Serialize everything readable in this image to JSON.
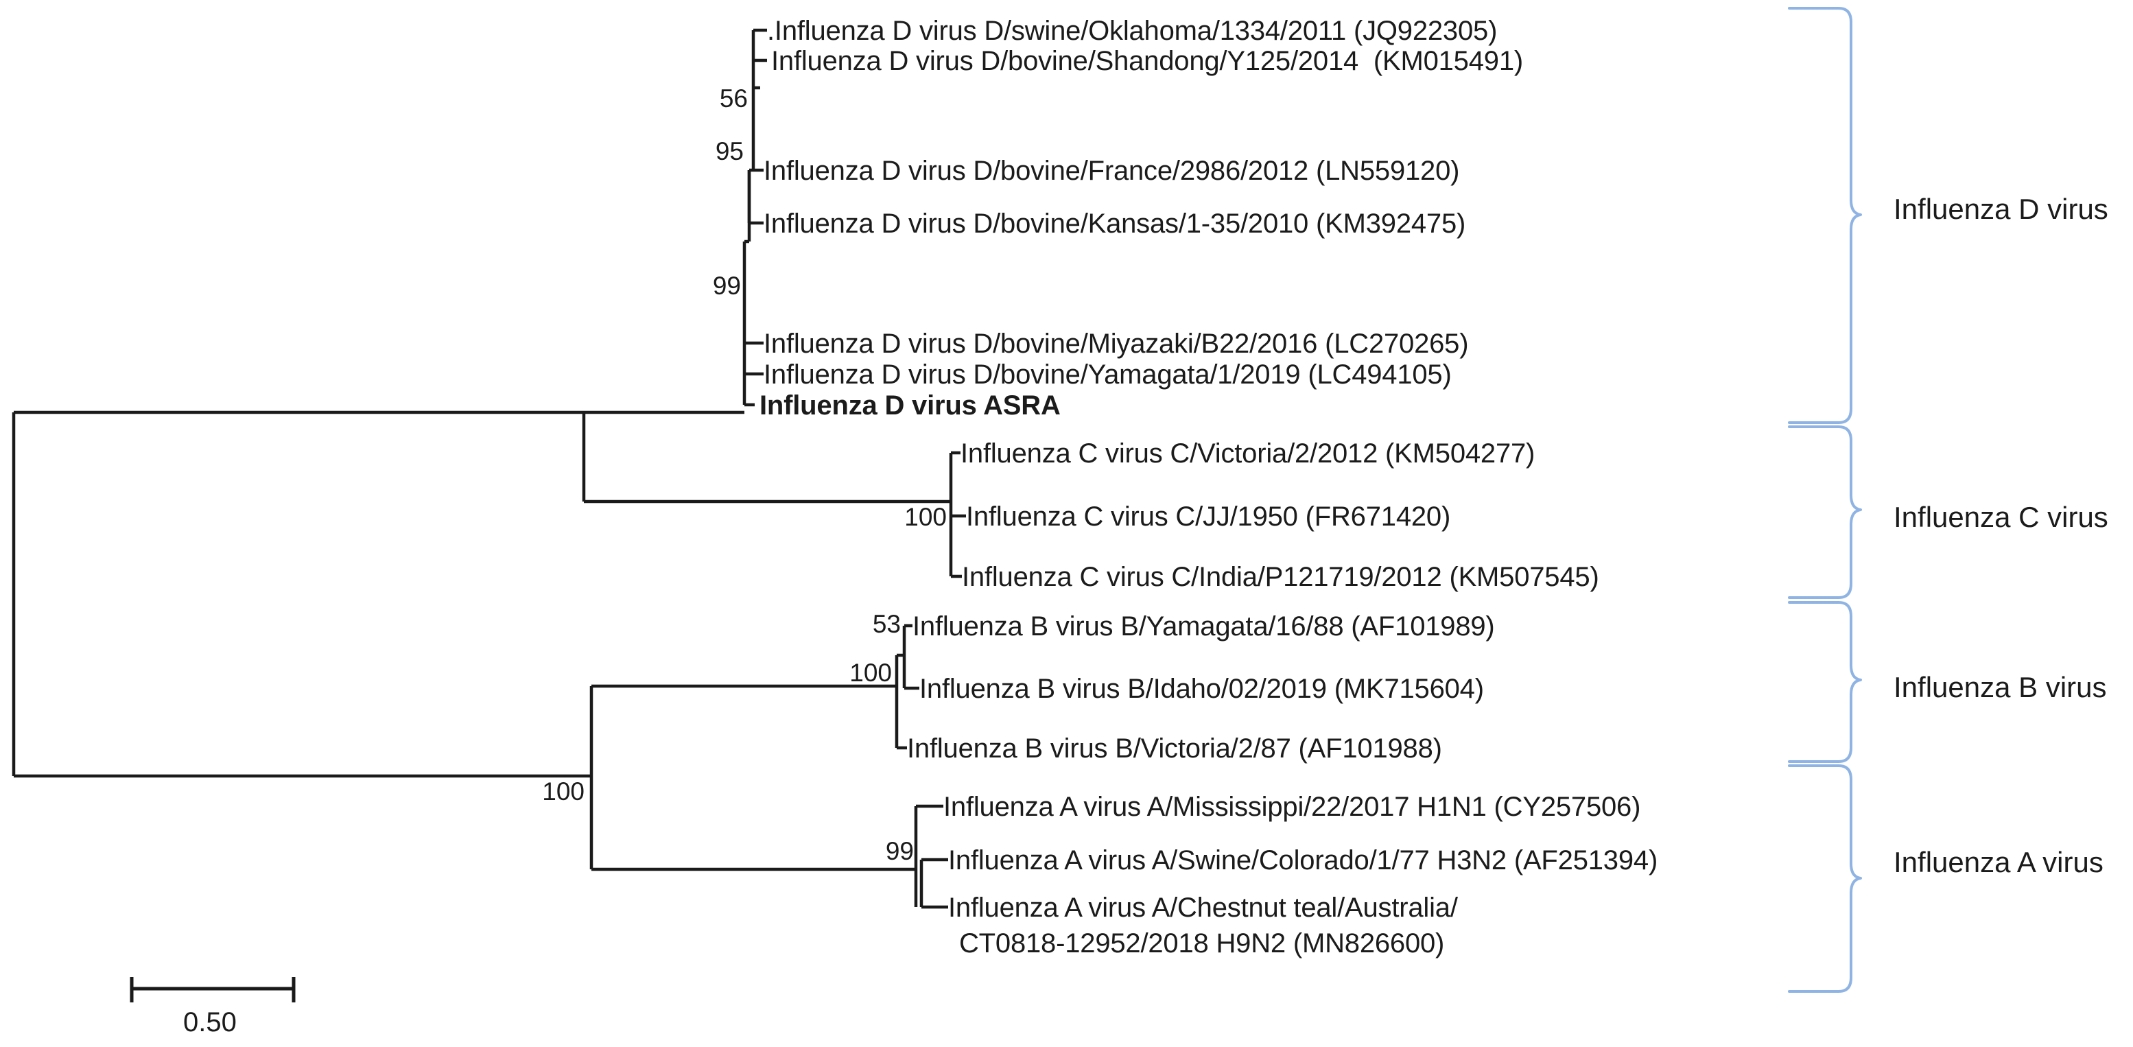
{
  "figure": {
    "type": "phylogenetic-tree",
    "layout": "rectangular-cladogram",
    "background_color": "#ffffff",
    "branch_color": "#1a1a1a",
    "brace_color": "#8fb4e3"
  },
  "scale": {
    "value": "0.50",
    "units": "substitutions per site"
  },
  "tips": [
    {
      "id": "tip-d-swine-oklahoma",
      "label": ".Influenza D virus D/swine/Oklahoma/1334/2011 (JQ922305)",
      "bold": false,
      "group": "D"
    },
    {
      "id": "tip-d-bovine-shandong",
      "label": "Influenza D virus D/bovine/Shandong/Y125/2014  (KM015491)",
      "bold": false,
      "group": "D"
    },
    {
      "id": "tip-d-bovine-france",
      "label": "Influenza D virus D/bovine/France/2986/2012 (LN559120)",
      "bold": false,
      "group": "D"
    },
    {
      "id": "tip-d-bovine-kansas",
      "label": "Influenza D virus D/bovine/Kansas/1-35/2010 (KM392475)",
      "bold": false,
      "group": "D"
    },
    {
      "id": "tip-d-bovine-miyazaki",
      "label": "Influenza D virus D/bovine/Miyazaki/B22/2016 (LC270265)",
      "bold": false,
      "group": "D"
    },
    {
      "id": "tip-d-bovine-yamagata",
      "label": "Influenza D virus D/bovine/Yamagata/1/2019 (LC494105)",
      "bold": false,
      "group": "D"
    },
    {
      "id": "tip-d-asra",
      "label": "Influenza D virus ASRA",
      "bold": true,
      "group": "D"
    },
    {
      "id": "tip-c-victoria",
      "label": "Influenza C virus C/Victoria/2/2012 (KM504277)",
      "bold": false,
      "group": "C"
    },
    {
      "id": "tip-c-jj",
      "label": "Influenza C virus C/JJ/1950 (FR671420)",
      "bold": false,
      "group": "C"
    },
    {
      "id": "tip-c-india",
      "label": "Influenza C virus C/India/P121719/2012 (KM507545)",
      "bold": false,
      "group": "C"
    },
    {
      "id": "tip-b-yamagata",
      "label": "Influenza B virus B/Yamagata/16/88 (AF101989)",
      "bold": false,
      "group": "B"
    },
    {
      "id": "tip-b-idaho",
      "label": "Influenza B virus B/Idaho/02/2019 (MK715604)",
      "bold": false,
      "group": "B"
    },
    {
      "id": "tip-b-victoria",
      "label": "Influenza B virus B/Victoria/2/87 (AF101988)",
      "bold": false,
      "group": "B"
    },
    {
      "id": "tip-a-mississippi",
      "label": "Influenza A virus A/Mississippi/22/2017 H1N1 (CY257506)",
      "bold": false,
      "group": "A"
    },
    {
      "id": "tip-a-swine-colorado",
      "label": "Influenza A virus A/Swine/Colorado/1/77 H3N2 (AF251394)",
      "bold": false,
      "group": "A"
    },
    {
      "id": "tip-a-chestnut-teal-1",
      "label": "Influenza A virus A/Chestnut teal/Australia/",
      "bold": false,
      "group": "A"
    },
    {
      "id": "tip-a-chestnut-teal-2",
      "label": "CT0818-12952/2018 H9N2 (MN826600)",
      "bold": false,
      "group": "A"
    }
  ],
  "bootstrap_values": [
    {
      "id": "boot-d-56",
      "value": "56"
    },
    {
      "id": "boot-d-95",
      "value": "95"
    },
    {
      "id": "boot-d-99",
      "value": "99"
    },
    {
      "id": "boot-c-100",
      "value": "100"
    },
    {
      "id": "boot-b-53",
      "value": "53"
    },
    {
      "id": "boot-b-100",
      "value": "100"
    },
    {
      "id": "boot-root-100",
      "value": "100"
    },
    {
      "id": "boot-a-99",
      "value": "99"
    }
  ],
  "group_labels": [
    {
      "id": "group-d",
      "label": "Influenza D virus"
    },
    {
      "id": "group-c",
      "label": "Influenza C virus"
    },
    {
      "id": "group-b",
      "label": "Influenza B virus"
    },
    {
      "id": "group-a",
      "label": "Influenza A virus"
    }
  ],
  "chart_data": {
    "type": "tree",
    "title": "",
    "scale_bar": "0.50",
    "clades": [
      {
        "name": "Influenza D virus",
        "support": 99,
        "members": [
          ".Influenza D virus D/swine/Oklahoma/1334/2011 (JQ922305)",
          "Influenza D virus D/bovine/Shandong/Y125/2014  (KM015491)",
          "Influenza D virus D/bovine/France/2986/2012 (LN559120)",
          "Influenza D virus D/bovine/Kansas/1-35/2010 (KM392475)",
          "Influenza D virus D/bovine/Miyazaki/B22/2016 (LC270265)",
          "Influenza D virus D/bovine/Yamagata/1/2019 (LC494105)",
          "Influenza D virus ASRA"
        ],
        "internal_support": [
          56,
          95,
          99
        ]
      },
      {
        "name": "Influenza C virus",
        "support": 100,
        "members": [
          "Influenza C virus C/Victoria/2/2012 (KM504277)",
          "Influenza C virus C/JJ/1950 (FR671420)",
          "Influenza C virus C/India/P121719/2012 (KM507545)"
        ],
        "internal_support": [
          100
        ]
      },
      {
        "name": "Influenza B virus",
        "support": 100,
        "members": [
          "Influenza B virus B/Yamagata/16/88 (AF101989)",
          "Influenza B virus B/Idaho/02/2019 (MK715604)",
          "Influenza B virus B/Victoria/2/87 (AF101988)"
        ],
        "internal_support": [
          53,
          100
        ]
      },
      {
        "name": "Influenza A virus",
        "support": 99,
        "members": [
          "Influenza A virus A/Mississippi/22/2017 H1N1 (CY257506)",
          "Influenza A virus A/Swine/Colorado/1/77 H3N2 (AF251394)",
          "Influenza A virus A/Chestnut teal/Australia/CT0818-12952/2018 H9N2 (MN826600)"
        ],
        "internal_support": [
          99
        ]
      }
    ],
    "root_support": 100
  }
}
